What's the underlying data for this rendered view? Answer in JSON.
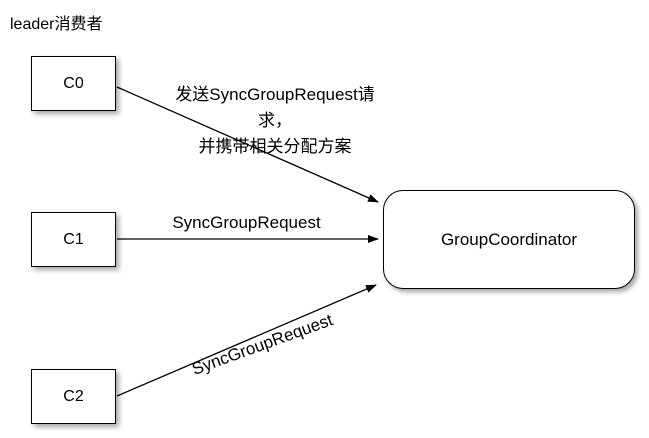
{
  "diagram": {
    "title": "leader消费者",
    "nodes": {
      "c0": {
        "label": "C0"
      },
      "c1": {
        "label": "C1"
      },
      "c2": {
        "label": "C2"
      },
      "coordinator": {
        "label": "GroupCoordinator"
      }
    },
    "edges": {
      "c0": {
        "label_line1": "发送SyncGroupRequest请求，",
        "label_line2": "并携带相关分配方案"
      },
      "c1": {
        "label": "SyncGroupRequest"
      },
      "c2": {
        "label": "SyncGroupRequest"
      }
    },
    "colors": {
      "stroke": "#000000",
      "background": "#ffffff"
    }
  }
}
